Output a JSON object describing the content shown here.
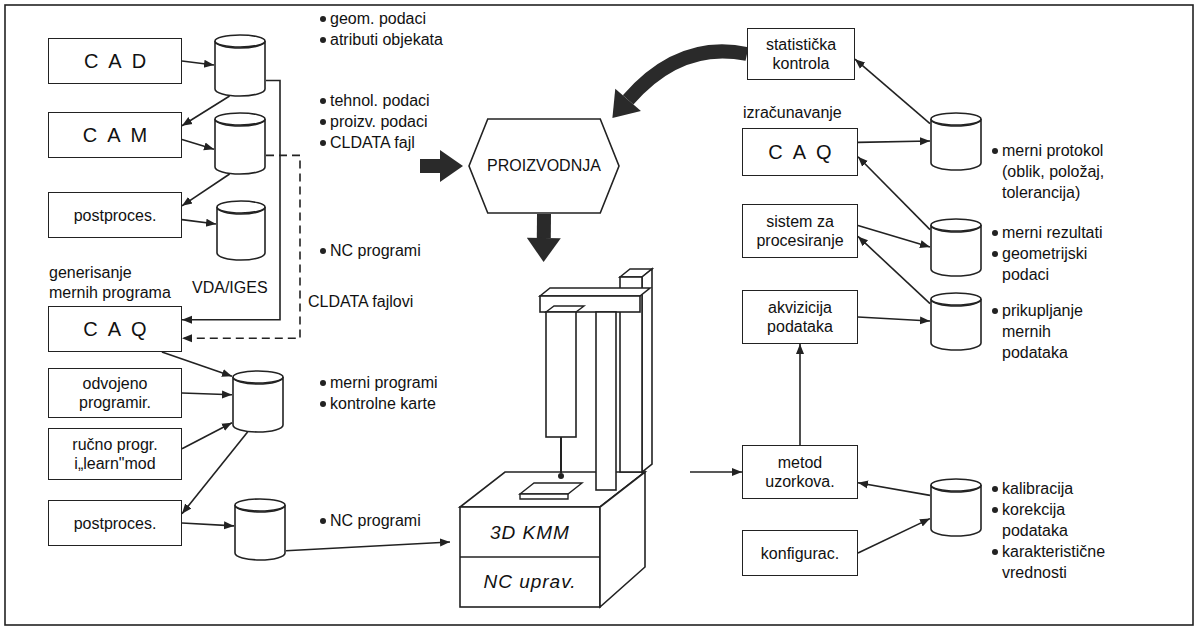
{
  "diagram": {
    "nodes": [
      {
        "text": [
          "CAD"
        ]
      },
      {
        "text": [
          "geom. podaci",
          "atributi objekata"
        ]
      },
      {
        "text": [
          "CAM"
        ]
      },
      {
        "text": [
          "tehnol. podaci",
          "proizv. podaci",
          "CLDATA fajl"
        ]
      },
      {
        "text": [
          "postproces."
        ]
      },
      {
        "text": [
          "NC programi"
        ]
      },
      {
        "text": [
          "generisanje mernih programa",
          "CAQ"
        ]
      },
      {
        "text": [
          "odvojeno programir."
        ]
      },
      {
        "text": [
          "merni programi",
          "kontrolne karte"
        ]
      },
      {
        "text": [
          "ručno progr. i„learn\"mod"
        ]
      },
      {
        "text": [
          "postproces."
        ]
      },
      {
        "text": [
          "NC programi"
        ]
      },
      {
        "text": [
          "PROIZVODNJA"
        ]
      },
      {
        "text": [
          "3D KMM",
          "NC uprav."
        ]
      },
      {
        "text": [
          "statistička kontrola"
        ]
      },
      {
        "text": [
          "izračunavanje",
          "CAQ"
        ]
      },
      {
        "text": [
          "merni protokol (oblik, položaj, tolerancija)"
        ]
      },
      {
        "text": [
          "sistem za procesiranje"
        ]
      },
      {
        "text": [
          "merni rezultati",
          "geometrijski podaci"
        ]
      },
      {
        "text": [
          "akvizicija podataka"
        ]
      },
      {
        "text": [
          "prikupljanje mernih podataka"
        ]
      },
      {
        "text": [
          "metod uzorkova."
        ]
      },
      {
        "text": [
          "konfigurac."
        ]
      },
      {
        "text": [
          "kalibracija",
          "korekcija podataka",
          "karakteristične vrednosti"
        ]
      }
    ],
    "edges": [
      {
        "from": 0,
        "to": 1,
        "arrow": "to"
      },
      {
        "from": 1,
        "to": 2,
        "arrow": "to"
      },
      {
        "from": 2,
        "to": 3,
        "arrow": "to"
      },
      {
        "from": 3,
        "to": 4,
        "arrow": "to"
      },
      {
        "from": 4,
        "to": 5,
        "arrow": "to"
      },
      {
        "from": 1,
        "to": 6,
        "label": "VDA/IGES",
        "arrow": "to"
      },
      {
        "from": 3,
        "to": 6,
        "label": "CLDATA fajlovi",
        "arrow": "to"
      },
      {
        "from": 6,
        "to": 8,
        "arrow": "to"
      },
      {
        "from": 7,
        "to": 8,
        "arrow": "to"
      },
      {
        "from": 9,
        "to": 8,
        "arrow": "to"
      },
      {
        "from": 8,
        "to": 10,
        "arrow": "to"
      },
      {
        "from": 10,
        "to": 11,
        "arrow": "to"
      },
      {
        "from": 11,
        "to": 13,
        "arrow": "to"
      },
      {
        "from": 12,
        "to": 13,
        "arrow": "to"
      },
      {
        "from": 14,
        "to": 12,
        "arrow": "to"
      },
      {
        "from": 13,
        "to": 21,
        "arrow": "to"
      },
      {
        "from": 21,
        "to": 19,
        "arrow": "to"
      },
      {
        "from": 19,
        "to": 20,
        "arrow": "to"
      },
      {
        "from": 20,
        "to": 17,
        "arrow": "to"
      },
      {
        "from": 17,
        "to": 18,
        "arrow": "to"
      },
      {
        "from": 18,
        "to": 15,
        "arrow": "to"
      },
      {
        "from": 15,
        "to": 16,
        "arrow": "to"
      },
      {
        "from": 16,
        "to": 14,
        "arrow": "to"
      },
      {
        "from": 23,
        "to": 21,
        "arrow": "to"
      },
      {
        "from": 22,
        "to": 23,
        "arrow": "to"
      }
    ]
  }
}
